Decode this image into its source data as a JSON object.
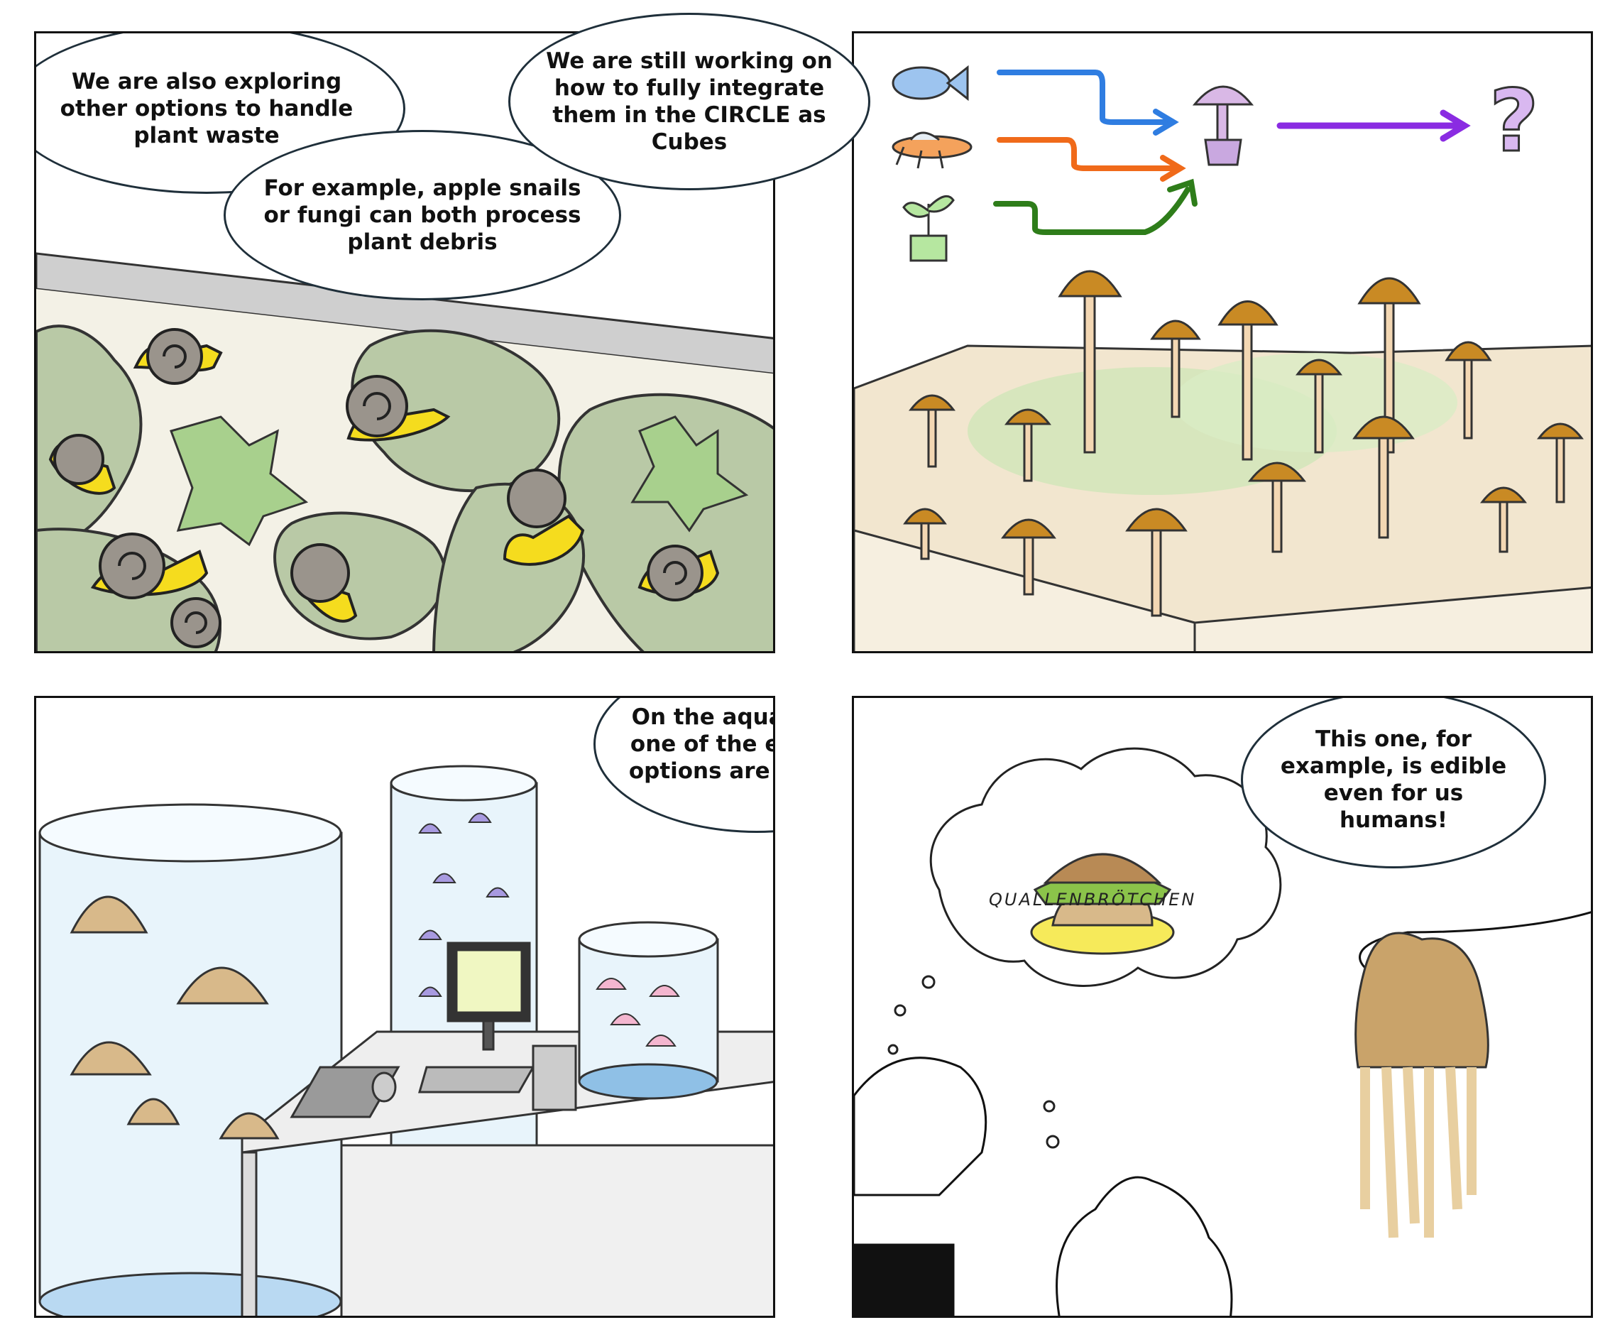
{
  "panel1": {
    "bubble_a": "We are also exploring other options to handle plant waste",
    "bubble_b": "For example, apple snails or fungi can both process plant debris"
  },
  "panel2": {
    "bubble_c": "We are still working on how to fully integrate them in the CIRCLE as Cubes",
    "diagram": {
      "inputs": [
        "fish-icon",
        "insect-icon",
        "seedling-icon"
      ],
      "arrow_colors": [
        "#2f7de1",
        "#f06a1a",
        "#2e7d1a"
      ],
      "hub": "mushroom-icon",
      "output_arrow_color": "#8a2be2",
      "output": "?"
    }
  },
  "panel3": {
    "bubble_d": "On the aquatic side, one of the emerging options are jellyfish!"
  },
  "panel4": {
    "bubble_e": "This one, for example, is edible even for us humans!",
    "thought_label": "QUALLENBRÖTCHEN"
  },
  "colors": {
    "snail_body": "#f5dc1e",
    "snail_shell": "#9a948c",
    "leaf": "#9fbf86",
    "mushroom_cap": "#c98a24",
    "jellyfish": "#d8b98a",
    "water": "#e6f3fb",
    "purple_jelly": "#a89ae0",
    "pink_jelly": "#f4b6cf"
  }
}
